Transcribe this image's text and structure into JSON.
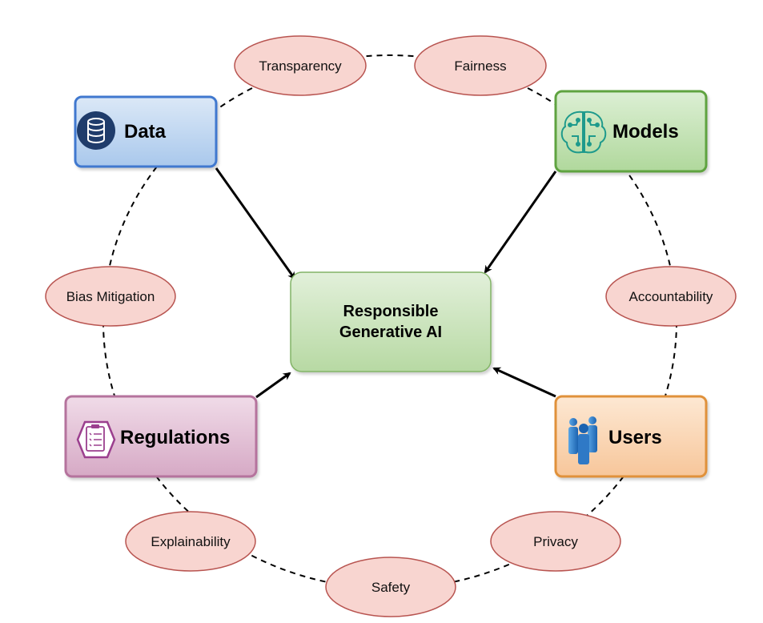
{
  "center": {
    "line1": "Responsible",
    "line2": "Generative AI"
  },
  "pillars": {
    "data": {
      "label": "Data",
      "icon": "database-icon"
    },
    "models": {
      "label": "Models",
      "icon": "brain-circuit-icon"
    },
    "regulations": {
      "label": "Regulations",
      "icon": "clipboard-checklist-icon"
    },
    "users": {
      "label": "Users",
      "icon": "users-group-icon"
    }
  },
  "principles": {
    "transparency": "Transparency",
    "fairness": "Fairness",
    "accountability": "Accountability",
    "privacy": "Privacy",
    "safety": "Safety",
    "explainability": "Explainability",
    "bias_mitigation": "Bias Mitigation"
  },
  "colors": {
    "principle_fill": "#f8d5d0",
    "principle_stroke": "#b85450",
    "center_fill": "#d5e8d4",
    "center_stroke": "#82b366",
    "data_stroke": "#3f78cf",
    "models_stroke": "#5fa33f",
    "regulations_stroke": "#b5739d",
    "users_stroke": "#e0913a"
  }
}
